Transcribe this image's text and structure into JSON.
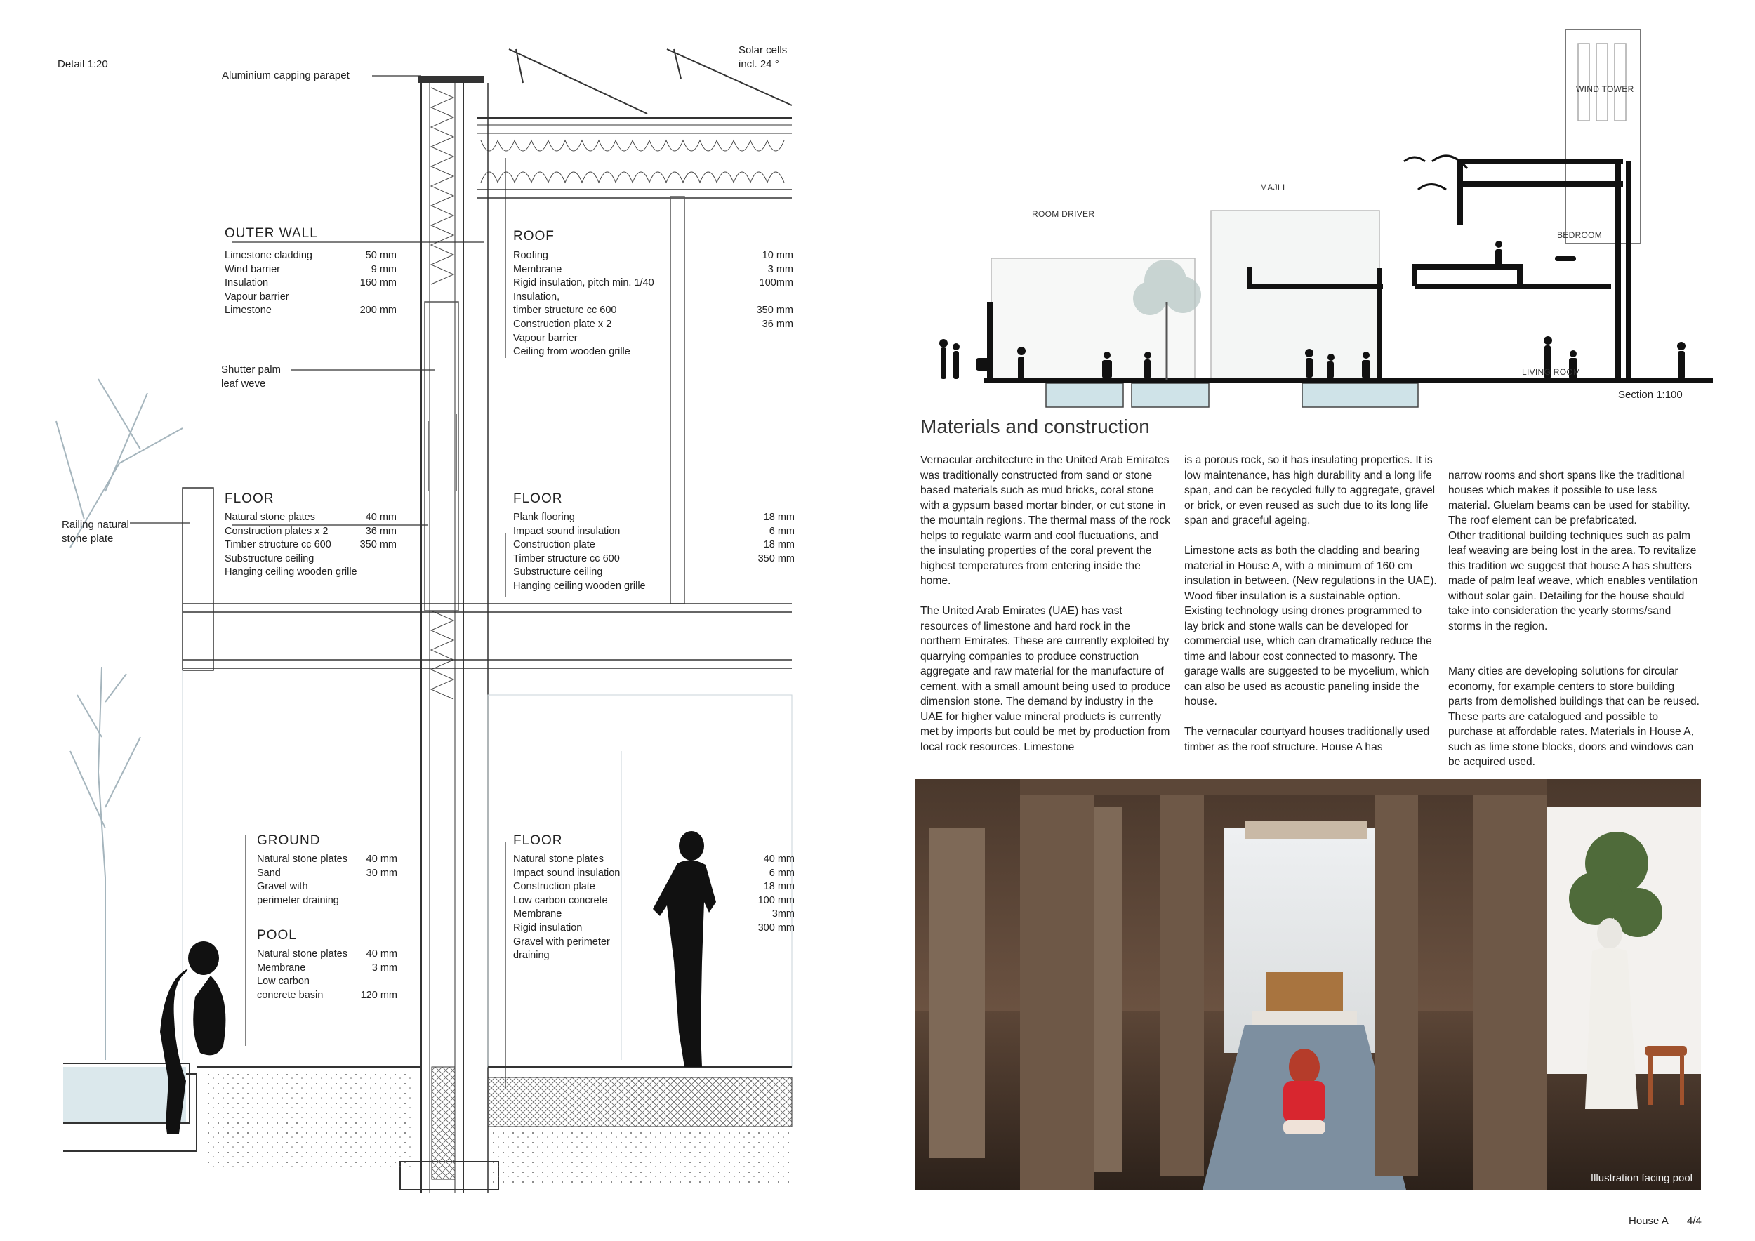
{
  "detail": {
    "scale_label": "Detail 1:20",
    "callouts": {
      "capping": "Aluminium capping parapet",
      "solar_line1": "Solar cells",
      "solar_line2": "incl. 24 °",
      "shutter_line1": "Shutter palm",
      "shutter_line2": "leaf weve",
      "railing_line1": "Railing natural",
      "railing_line2": "stone plate"
    },
    "outer_wall": {
      "title": "OUTER WALL",
      "rows": [
        {
          "name": "Limestone cladding",
          "value": "50 mm"
        },
        {
          "name": "Wind barrier",
          "value": "9 mm"
        },
        {
          "name": "Insulation",
          "value": "160 mm"
        },
        {
          "name": "Vapour barrier",
          "value": ""
        },
        {
          "name": "Limestone",
          "value": "200 mm"
        }
      ]
    },
    "roof": {
      "title": "ROOF",
      "rows": [
        {
          "name": "Roofing",
          "value": "10 mm"
        },
        {
          "name": "Membrane",
          "value": "3 mm"
        },
        {
          "name": "Rigid insulation, pitch min. 1/40",
          "value": "100mm"
        },
        {
          "name": "Insulation,",
          "value": ""
        },
        {
          "name": "timber structure cc 600",
          "value": "350 mm"
        },
        {
          "name": "Construction plate x 2",
          "value": "36 mm"
        },
        {
          "name": "Vapour barrier",
          "value": ""
        },
        {
          "name": "Ceiling from wooden grille",
          "value": ""
        }
      ]
    },
    "floor_left": {
      "title": "FLOOR",
      "rows": [
        {
          "name": "Natural stone plates",
          "value": "40 mm"
        },
        {
          "name": "Construction plates x 2",
          "value": "36 mm"
        },
        {
          "name": "Timber structure cc 600",
          "value": "350 mm"
        },
        {
          "name": "Substructure ceiling",
          "value": ""
        },
        {
          "name": "Hanging ceiling wooden grille",
          "value": ""
        }
      ]
    },
    "floor_right": {
      "title": "FLOOR",
      "rows": [
        {
          "name": "Plank flooring",
          "value": "18 mm"
        },
        {
          "name": "Impact sound insulation",
          "value": "6 mm"
        },
        {
          "name": "Construction plate",
          "value": "18 mm"
        },
        {
          "name": "Timber structure cc 600",
          "value": "350 mm"
        },
        {
          "name": "Substructure ceiling",
          "value": ""
        },
        {
          "name": "Hanging ceiling wooden grille",
          "value": ""
        }
      ]
    },
    "ground": {
      "title": "GROUND",
      "rows": [
        {
          "name": "Natural stone plates",
          "value": "40 mm"
        },
        {
          "name": "Sand",
          "value": "30 mm"
        },
        {
          "name": "Gravel with",
          "value": ""
        },
        {
          "name": "perimeter draining",
          "value": ""
        }
      ]
    },
    "pool": {
      "title": "POOL",
      "rows": [
        {
          "name": "Natural stone plates",
          "value": "40 mm"
        },
        {
          "name": "Membrane",
          "value": "3 mm"
        },
        {
          "name": "Low carbon",
          "value": ""
        },
        {
          "name": "concrete basin",
          "value": "120 mm"
        }
      ]
    },
    "floor_ground": {
      "title": "FLOOR",
      "rows": [
        {
          "name": "Natural stone plates",
          "value": "40 mm"
        },
        {
          "name": "Impact sound insulation",
          "value": "6 mm"
        },
        {
          "name": "Construction plate",
          "value": "18 mm"
        },
        {
          "name": "Low carbon concrete",
          "value": "100 mm"
        },
        {
          "name": "Membrane",
          "value": "3mm"
        },
        {
          "name": "Rigid insulation",
          "value": "300 mm"
        },
        {
          "name": "Gravel with perimeter",
          "value": ""
        },
        {
          "name": "draining",
          "value": ""
        }
      ]
    }
  },
  "section": {
    "scale_label": "Section 1:100",
    "rooms": {
      "wind_tower": "WIND TOWER",
      "majli": "MAJLI",
      "room_driver": "ROOM DRIVER",
      "bedroom": "BEDROOM",
      "living_room": "LIVING ROOM"
    }
  },
  "article": {
    "title": "Materials and construction",
    "col1": [
      "Vernacular architecture in the United Arab Emirates was traditionally constructed from sand or stone based materials such as mud bricks, coral stone with a gypsum based mortar binder, or cut stone in the mountain regions. The thermal mass of the rock helps to regulate warm and cool fluctuations, and the insulating properties of the coral prevent the highest temperatures from entering inside the home.",
      "The United Arab Emirates (UAE) has vast resources of limestone and hard rock in the northern Emirates. These are currently exploited by quarrying companies to produce construction aggregate and raw material for the manufacture of cement, with a small amount being used to produce dimension stone. The demand by industry in the UAE for higher value mineral products is currently met by imports but could be met by production from local rock resources. Limestone"
    ],
    "col2": [
      "is a porous rock, so it has insulating properties. It is low maintenance, has high durability and a long life span, and can be recycled fully to aggregate, gravel or brick, or even reused as such due to its long life span and graceful ageing.",
      "Limestone acts as both the cladding and bearing material in House A, with a minimum of 160 cm insulation in between. (New regulations in the UAE). Wood fiber insulation is a sustainable option. Existing technology using drones programmed to lay brick and stone walls can be developed for commercial use, which can dramatically reduce the time and labour cost connected to masonry. The garage walls are suggested to be mycelium, which can also be used as acoustic paneling inside the house.",
      "The vernacular courtyard houses traditionally used timber as the roof structure. House A has"
    ],
    "col3": [
      "narrow rooms and short spans like the traditional houses which makes it possible to use less material. Gluelam beams can be used for stability. The roof element can be prefabricated.\nOther traditional building techniques such as palm leaf weaving are being lost in the area. To revitalize this tradition we suggest that house A has shutters made of palm leaf weave, which enables ventilation without solar gain. Detailing for the house should take into consideration the yearly storms/sand storms in the region.",
      "Many cities are developing solutions for circular economy, for example centers to store building parts from demolished buildings that can be reused. These parts are catalogued and possible to purchase at affordable rates. Materials in House A, such as lime stone blocks, doors and windows can be acquired used."
    ]
  },
  "illustration": {
    "caption": "Illustration facing pool"
  },
  "footer": {
    "house": "House A",
    "page": "4/4"
  }
}
